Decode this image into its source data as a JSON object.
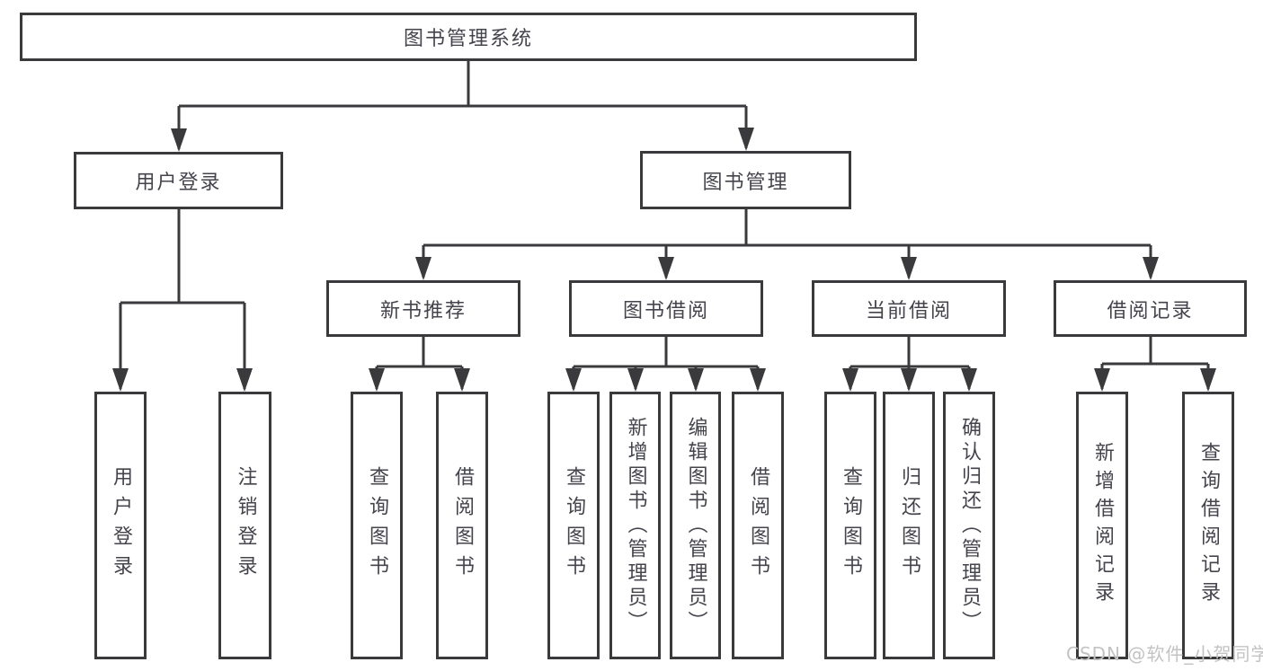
{
  "diagram_type": "hierarchy-tree",
  "colors": {
    "background": "#ffffff",
    "box_border": "#3a3a3c",
    "box_fill": "#ffffff",
    "connector": "#3a3a3c",
    "text": "#44444c",
    "watermark": "#c3c3c3"
  },
  "tree": {
    "label": "图书管理系统",
    "children": [
      {
        "label": "用户登录",
        "children": [
          {
            "label": "用户登录"
          },
          {
            "label": "注销登录"
          }
        ]
      },
      {
        "label": "图书管理",
        "children": [
          {
            "label": "新书推荐",
            "children": [
              {
                "label": "查询图书"
              },
              {
                "label": "借阅图书"
              }
            ]
          },
          {
            "label": "图书借阅",
            "children": [
              {
                "label": "查询图书"
              },
              {
                "label": "新增图书（管理员）"
              },
              {
                "label": "编辑图书（管理员）"
              },
              {
                "label": "借阅图书"
              }
            ]
          },
          {
            "label": "当前借阅",
            "children": [
              {
                "label": "查询图书"
              },
              {
                "label": "归还图书"
              },
              {
                "label": "确认归还（管理员）"
              }
            ]
          },
          {
            "label": "借阅记录",
            "children": [
              {
                "label": "新增借阅记录"
              },
              {
                "label": "查询借阅记录"
              }
            ]
          }
        ]
      }
    ]
  },
  "watermark": {
    "text": "CSDN @软件_小贺同学"
  }
}
